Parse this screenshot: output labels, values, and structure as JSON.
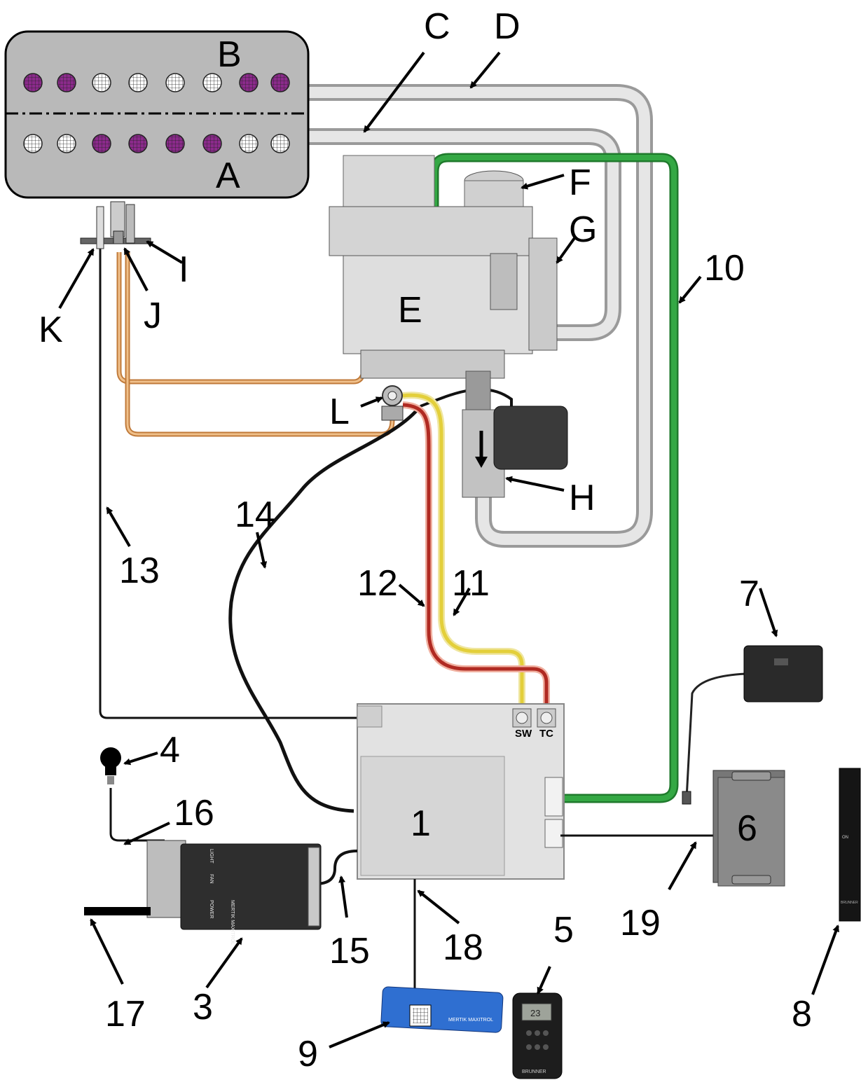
{
  "labels": {
    "A": "A",
    "B": "B",
    "C": "C",
    "D": "D",
    "E": "E",
    "F": "F",
    "G": "G",
    "H": "H",
    "I": "I",
    "J": "J",
    "K": "K",
    "L": "L",
    "n1": "1",
    "n3": "3",
    "n4": "4",
    "n5": "5",
    "n6": "6",
    "n7": "7",
    "n8": "8",
    "n9": "9",
    "n10": "10",
    "n11": "11",
    "n12": "12",
    "n13": "13",
    "n14": "14",
    "n15": "15",
    "n16": "16",
    "n17": "17",
    "n18": "18",
    "n19": "19"
  },
  "terminals": {
    "sw": "SW",
    "tc": "TC"
  },
  "devices": {
    "relay_brand": "MERTIK MAXITROL",
    "relay_light": "LIGHT",
    "relay_fan": "FAN",
    "relay_power": "POWER",
    "wifi_brand": "MERTIK MAXITROL",
    "remote_temp": "23",
    "remote_brand": "BRUNNER",
    "wall_on": "ON",
    "wall_brand": "BRUNNER"
  },
  "colors": {
    "burner_body": "#b9b9b9",
    "active_port": "#8b2a8b",
    "inactive_port": "#ffffff",
    "gas_pipe": "#d6d6d6",
    "pilot_tube": "#e3a66a",
    "cable_10": "#2e9b3b",
    "wire_11": "#e8d84a",
    "wire_12": "#c0392b",
    "cable_black": "#111111"
  },
  "burner": {
    "row_b_active": [
      true,
      true,
      false,
      false,
      false,
      false,
      true,
      true
    ],
    "row_a_active": [
      false,
      false,
      true,
      true,
      true,
      true,
      false,
      false
    ]
  }
}
